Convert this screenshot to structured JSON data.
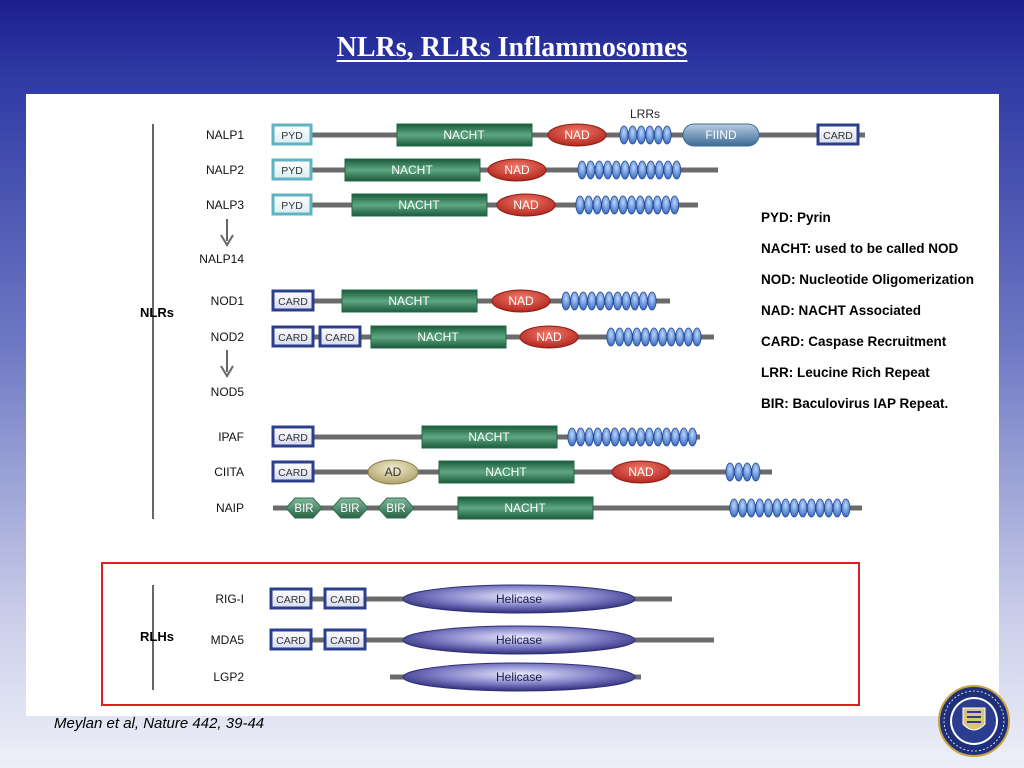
{
  "slide": {
    "title": "NLRs, RLRs Inflammosomes",
    "citation": "Meylan et al, Nature 442, 39-44"
  },
  "groups": {
    "nlrs": "NLRs",
    "rlhs": "RLHs"
  },
  "lrr_header": "LRRs",
  "domain_labels": {
    "pyd": "PYD",
    "card": "CARD",
    "nacht": "NACHT",
    "nad": "NAD",
    "fiind": "FIIND",
    "ad": "AD",
    "bir": "BIR",
    "helicase": "Helicase"
  },
  "rows": [
    {
      "name": "NALP1"
    },
    {
      "name": "NALP2"
    },
    {
      "name": "NALP3"
    },
    {
      "name": "NALP14"
    },
    {
      "name": "NOD1"
    },
    {
      "name": "NOD2"
    },
    {
      "name": "NOD5"
    },
    {
      "name": "IPAF"
    },
    {
      "name": "CIITA"
    },
    {
      "name": "NAIP"
    },
    {
      "name": "RIG-I"
    },
    {
      "name": "MDA5"
    },
    {
      "name": "LGP2"
    }
  ],
  "legend": [
    "PYD: Pyrin",
    "NACHT: used to be called NOD",
    "NOD: Nucleotide Oligomerization",
    "NAD: NACHT Associated",
    "CARD: Caspase Recruitment",
    "LRR: Leucine Rich Repeat",
    "BIR: Baculovirus IAP Repeat."
  ],
  "colors": {
    "title": "#ffffff",
    "backbone": "#6b6b6b",
    "pyd": "#5fb3c2",
    "card": "#2c3f8c",
    "nacht": "#1f6b45",
    "nad": "#c83228",
    "lrr": "#4a7fd1",
    "fiind": "#3d6e99",
    "ad": "#c9bf8a",
    "bir": "#2f6e4c",
    "helicase": "#3a3a8a",
    "box": "#e02020"
  },
  "icons": {
    "seal": "university-seal-icon",
    "arrow": "down-arrow-icon"
  }
}
